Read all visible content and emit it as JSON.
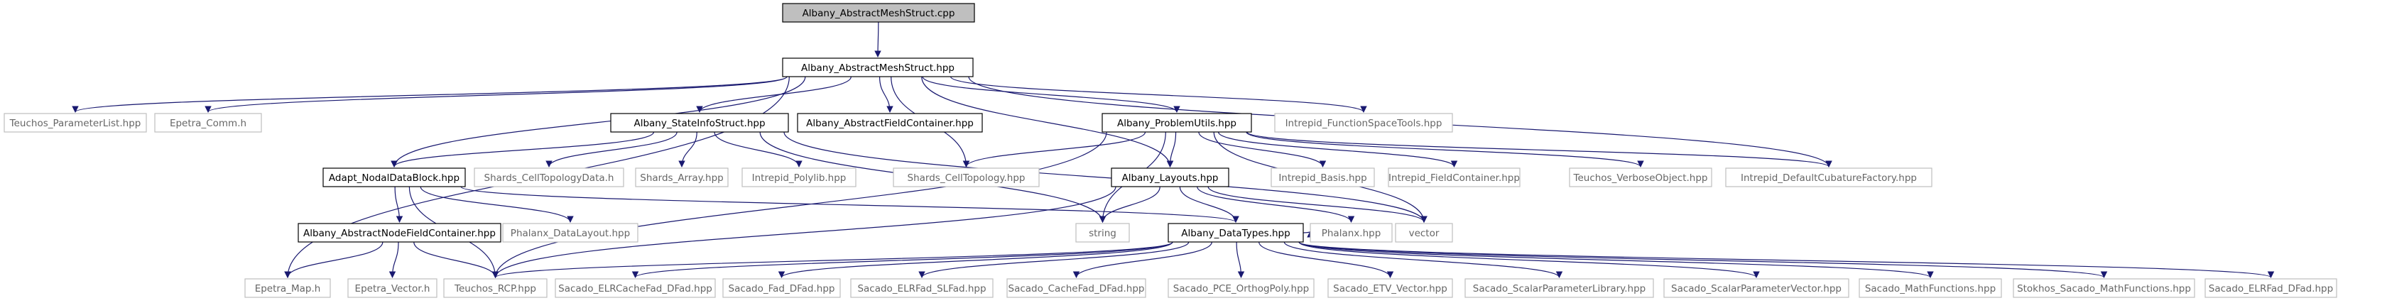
{
  "graph": {
    "root": "Albany_AbstractMeshStruct.cpp",
    "nodes": [
      {
        "id": "cpp",
        "label": "Albany_AbstractMeshStruct.cpp",
        "style": "root"
      },
      {
        "id": "hpp",
        "label": "Albany_AbstractMeshStruct.hpp",
        "style": "bold"
      },
      {
        "id": "tpl",
        "label": "Teuchos_ParameterList.hpp",
        "style": "ext"
      },
      {
        "id": "ecomm",
        "label": "Epetra_Comm.h",
        "style": "ext"
      },
      {
        "id": "sis",
        "label": "Albany_StateInfoStruct.hpp",
        "style": "bold"
      },
      {
        "id": "afc",
        "label": "Albany_AbstractFieldContainer.hpp",
        "style": "bold"
      },
      {
        "id": "apu",
        "label": "Albany_ProblemUtils.hpp",
        "style": "bold"
      },
      {
        "id": "ifst",
        "label": "Intrepid_FunctionSpaceTools.hpp",
        "style": "ext"
      },
      {
        "id": "andb",
        "label": "Adapt_NodalDataBlock.hpp",
        "style": "bold"
      },
      {
        "id": "sctd",
        "label": "Shards_CellTopologyData.h",
        "style": "ext"
      },
      {
        "id": "sarr",
        "label": "Shards_Array.hpp",
        "style": "ext"
      },
      {
        "id": "ipoly",
        "label": "Intrepid_Polylib.hpp",
        "style": "ext"
      },
      {
        "id": "sct",
        "label": "Shards_CellTopology.hpp",
        "style": "ext"
      },
      {
        "id": "alay",
        "label": "Albany_Layouts.hpp",
        "style": "bold"
      },
      {
        "id": "ibasis",
        "label": "Intrepid_Basis.hpp",
        "style": "ext"
      },
      {
        "id": "ifc",
        "label": "Intrepid_FieldContainer.hpp",
        "style": "ext"
      },
      {
        "id": "tvo",
        "label": "Teuchos_VerboseObject.hpp",
        "style": "ext"
      },
      {
        "id": "idcf",
        "label": "Intrepid_DefaultCubatureFactory.hpp",
        "style": "ext"
      },
      {
        "id": "anfc",
        "label": "Albany_AbstractNodeFieldContainer.hpp",
        "style": "bold"
      },
      {
        "id": "pdl",
        "label": "Phalanx_DataLayout.hpp",
        "style": "ext"
      },
      {
        "id": "str",
        "label": "string",
        "style": "ext"
      },
      {
        "id": "adt",
        "label": "Albany_DataTypes.hpp",
        "style": "bold"
      },
      {
        "id": "phx",
        "label": "Phalanx.hpp",
        "style": "ext"
      },
      {
        "id": "vec",
        "label": "vector",
        "style": "ext"
      },
      {
        "id": "emap",
        "label": "Epetra_Map.h",
        "style": "ext"
      },
      {
        "id": "evec",
        "label": "Epetra_Vector.h",
        "style": "ext"
      },
      {
        "id": "trcp",
        "label": "Teuchos_RCP.hpp",
        "style": "ext"
      },
      {
        "id": "s1",
        "label": "Sacado_ELRCacheFad_DFad.hpp",
        "style": "ext"
      },
      {
        "id": "s2",
        "label": "Sacado_Fad_DFad.hpp",
        "style": "ext"
      },
      {
        "id": "s3",
        "label": "Sacado_ELRFad_SLFad.hpp",
        "style": "ext"
      },
      {
        "id": "s4",
        "label": "Sacado_CacheFad_DFad.hpp",
        "style": "ext"
      },
      {
        "id": "s5",
        "label": "Sacado_PCE_OrthogPoly.hpp",
        "style": "ext"
      },
      {
        "id": "s6",
        "label": "Sacado_ETV_Vector.hpp",
        "style": "ext"
      },
      {
        "id": "s7",
        "label": "Sacado_ScalarParameterLibrary.hpp",
        "style": "ext"
      },
      {
        "id": "s8",
        "label": "Sacado_ScalarParameterVector.hpp",
        "style": "ext"
      },
      {
        "id": "s9",
        "label": "Sacado_MathFunctions.hpp",
        "style": "ext"
      },
      {
        "id": "s10",
        "label": "Stokhos_Sacado_MathFunctions.hpp",
        "style": "ext"
      },
      {
        "id": "s11",
        "label": "Sacado_ELRFad_DFad.hpp",
        "style": "ext"
      }
    ],
    "edges": [
      [
        "cpp",
        "hpp"
      ],
      [
        "hpp",
        "tpl"
      ],
      [
        "hpp",
        "ecomm"
      ],
      [
        "hpp",
        "sis"
      ],
      [
        "hpp",
        "afc"
      ],
      [
        "hpp",
        "apu"
      ],
      [
        "hpp",
        "ifst"
      ],
      [
        "hpp",
        "andb"
      ],
      [
        "hpp",
        "sct"
      ],
      [
        "hpp",
        "alay"
      ],
      [
        "hpp",
        "emap"
      ],
      [
        "hpp",
        "idcf"
      ],
      [
        "sis",
        "andb"
      ],
      [
        "sis",
        "sctd"
      ],
      [
        "sis",
        "sarr"
      ],
      [
        "sis",
        "ipoly"
      ],
      [
        "sis",
        "str"
      ],
      [
        "sis",
        "vec"
      ],
      [
        "apu",
        "sct"
      ],
      [
        "apu",
        "alay"
      ],
      [
        "apu",
        "ibasis"
      ],
      [
        "apu",
        "ifc"
      ],
      [
        "apu",
        "tvo"
      ],
      [
        "apu",
        "idcf"
      ],
      [
        "apu",
        "str"
      ],
      [
        "apu",
        "vec"
      ],
      [
        "apu",
        "trcp"
      ],
      [
        "andb",
        "anfc"
      ],
      [
        "andb",
        "pdl"
      ],
      [
        "andb",
        "adt"
      ],
      [
        "andb",
        "trcp"
      ],
      [
        "anfc",
        "emap"
      ],
      [
        "anfc",
        "evec"
      ],
      [
        "anfc",
        "trcp"
      ],
      [
        "alay",
        "str"
      ],
      [
        "alay",
        "adt"
      ],
      [
        "alay",
        "phx"
      ],
      [
        "alay",
        "vec"
      ],
      [
        "alay",
        "trcp"
      ],
      [
        "adt",
        "trcp"
      ],
      [
        "adt",
        "s1"
      ],
      [
        "adt",
        "s2"
      ],
      [
        "adt",
        "s3"
      ],
      [
        "adt",
        "s4"
      ],
      [
        "adt",
        "s5"
      ],
      [
        "adt",
        "s6"
      ],
      [
        "adt",
        "s7"
      ],
      [
        "adt",
        "s8"
      ],
      [
        "adt",
        "s9"
      ],
      [
        "adt",
        "s10"
      ],
      [
        "adt",
        "s11"
      ],
      [
        "adt",
        "phx"
      ]
    ]
  },
  "colors": {
    "root_fill": "#bfbfbf",
    "bold_border": "#000000",
    "ext_border": "#bfbfbf",
    "edge": "#191970",
    "ext_text": "#666666"
  }
}
